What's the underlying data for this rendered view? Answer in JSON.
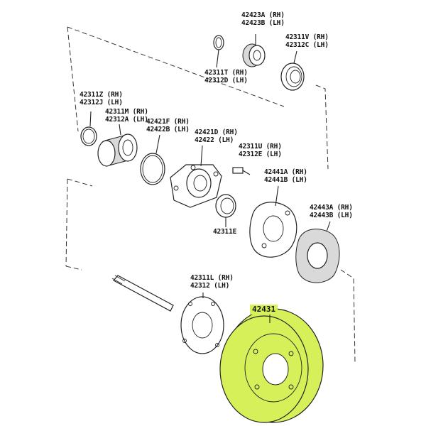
{
  "highlight_color": "#d6f05a",
  "labels": {
    "p42423": [
      "42423A (RH)",
      "42423B (LH)"
    ],
    "p42311V": [
      "42311V (RH)",
      "42312C (LH)"
    ],
    "p42311T": [
      "42311T (RH)",
      "42312D (LH)"
    ],
    "p42311Z": [
      "42311Z (RH)",
      "42312J (LH)"
    ],
    "p42311M": [
      "42311M (RH)",
      "42312A (LH)"
    ],
    "p42421F": [
      "42421F (RH)",
      "42422B (LH)"
    ],
    "p42421D": [
      "42421D (RH)",
      "42422 (LH)"
    ],
    "p42311U": [
      "42311U (RH)",
      "42312E (LH)"
    ],
    "p42441A": [
      "42441A (RH)",
      "42441B (LH)"
    ],
    "p42443A": [
      "42443A (RH)",
      "42443B (LH)"
    ],
    "p42311E": [
      "42311E"
    ],
    "p42311L": [
      "42311L (RH)",
      "42312 (LH)"
    ],
    "p42431": [
      "42431"
    ]
  }
}
